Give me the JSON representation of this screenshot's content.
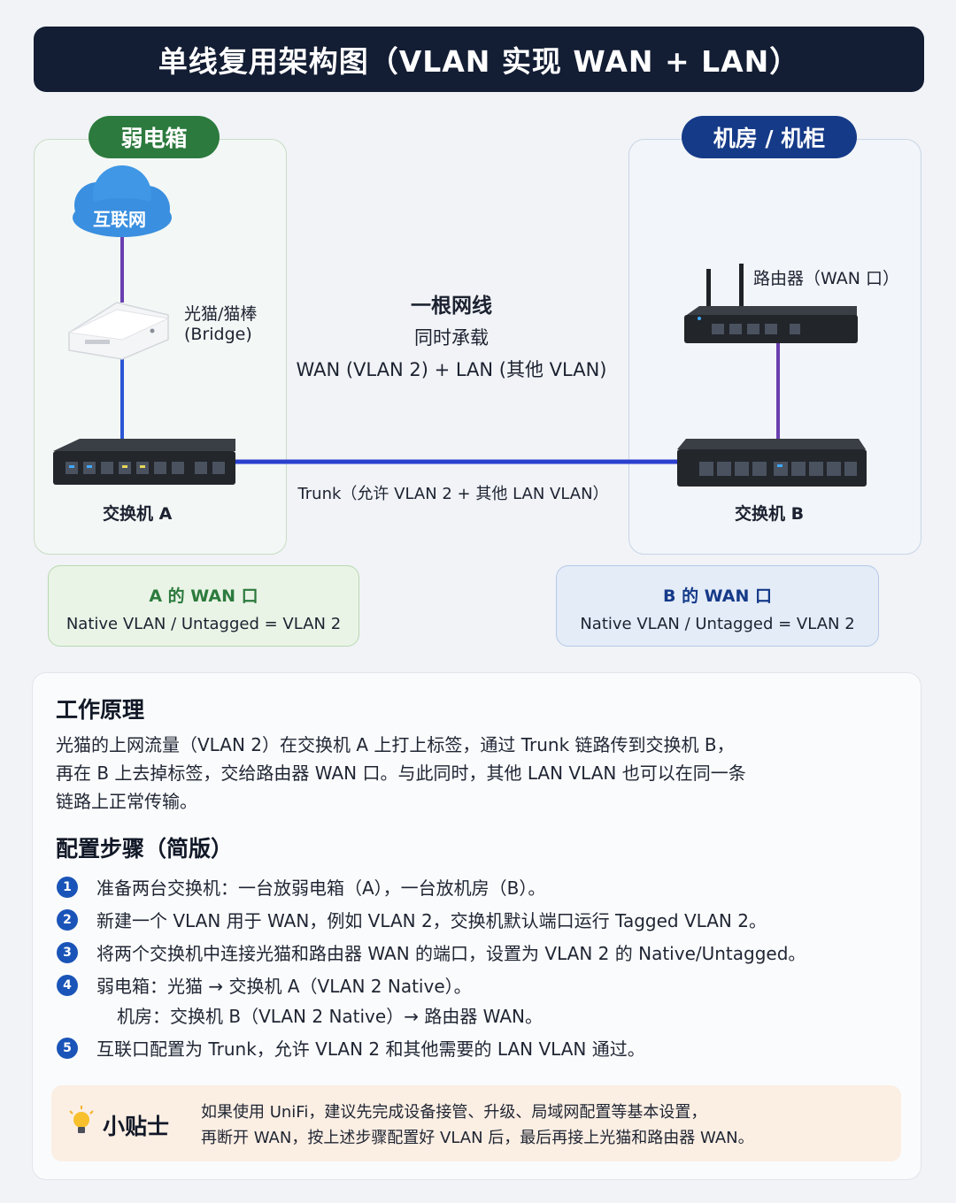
{
  "title": "单线复用架构图（VLAN 实现 WAN + LAN）",
  "zones": {
    "left": "弱电箱",
    "right": "机房 / 机柜"
  },
  "devices": {
    "internet": "互联网",
    "modem_line1": "光猫/猫棒",
    "modem_line2": "(Bridge)",
    "switch_a": "交换机 A",
    "router": "路由器（WAN 口）",
    "switch_b": "交换机 B"
  },
  "center": {
    "line1": "一根网线",
    "line2": "同时承载",
    "line3": "WAN (VLAN 2) + LAN (其他 VLAN)"
  },
  "trunk_label": "Trunk（允许 VLAN 2 + 其他 LAN VLAN）",
  "wan_a": {
    "title": "A 的 WAN 口",
    "subtitle": "Native VLAN / Untagged = VLAN 2"
  },
  "wan_b": {
    "title": "B 的 WAN 口",
    "subtitle": "Native VLAN / Untagged = VLAN 2"
  },
  "principle": {
    "heading": "工作原理",
    "lines": [
      "光猫的上网流量（VLAN 2）在交换机 A 上打上标签，通过 Trunk 链路传到交换机 B，",
      "再在 B 上去掉标签，交给路由器 WAN 口。与此同时，其他 LAN VLAN 也可以在同一条",
      "链路上正常传输。"
    ]
  },
  "steps": {
    "heading": "配置步骤（简版）",
    "items": [
      {
        "num": "1",
        "text": "准备两台交换机：一台放弱电箱（A），一台放机房（B）。"
      },
      {
        "num": "2",
        "text": "新建一个 VLAN 用于 WAN，例如 VLAN 2，交换机默认端口运行 Tagged VLAN 2。"
      },
      {
        "num": "3",
        "text": "将两个交换机中连接光猫和路由器 WAN 的端口，设置为 VLAN 2 的 Native/Untagged。"
      },
      {
        "num": "4",
        "text": "弱电箱：光猫 → 交换机 A（VLAN 2 Native）。"
      },
      {
        "num": "5",
        "text": "互联口配置为 Trunk，允许 VLAN 2 和其他需要的 LAN VLAN 通过。"
      }
    ],
    "step4_cont": "机房：交换机 B（VLAN 2 Native）→ 路由器 WAN。"
  },
  "tip": {
    "label": "小贴士",
    "line1": "如果使用 UniFi，建议先完成设备接管、升级、局域网配置等基本设置，",
    "line2": "再断开 WAN，按上述步骤配置好 VLAN 后，最后再接上光猫和路由器 WAN。"
  },
  "colors": {
    "title_bg": "#131d33",
    "green": "#2c7a3d",
    "blue": "#153a88",
    "trunk_line": "#2b3fcf",
    "purple_line": "#6a3fb0",
    "cloud": "#3a8fe0"
  }
}
